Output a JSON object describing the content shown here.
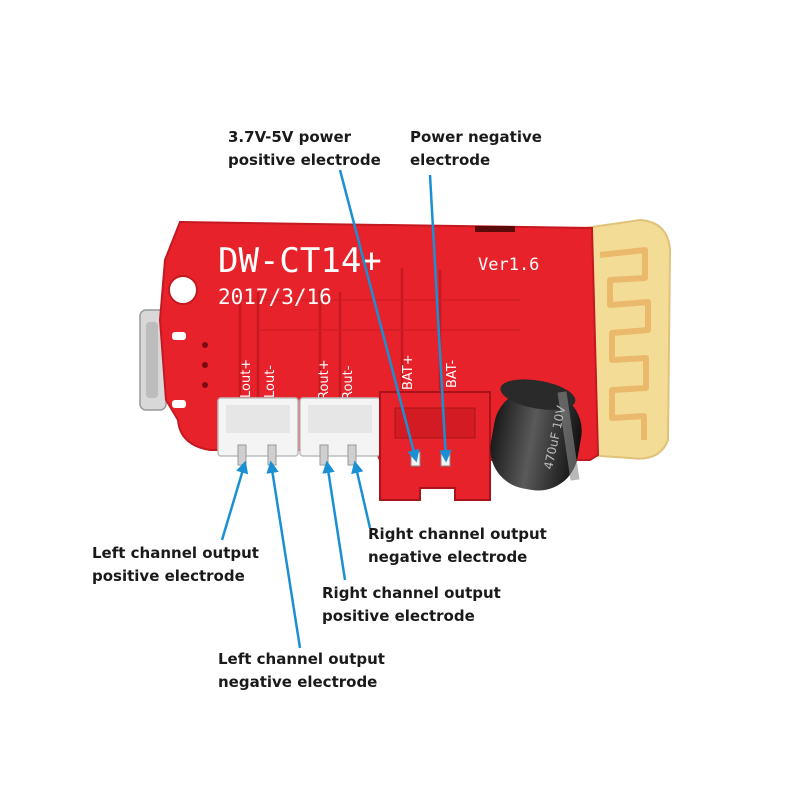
{
  "board": {
    "model": "DW-CT14+",
    "version": "Ver1.6",
    "date": "2017/3/16",
    "capacitor_marking": "470uF 10V",
    "colors": {
      "pcb": "#e8222b",
      "connector": "#f4f4f4",
      "antenna": "#f3dc96",
      "arrow": "#1b8fd4"
    }
  },
  "silkscreen": {
    "lout_plus": "Lout+",
    "lout_minus": "Lout-",
    "rout_plus": "Rout+",
    "rout_minus": "Rout-",
    "bat_plus": "BAT+",
    "bat_minus": "BAT-"
  },
  "callouts": {
    "power_pos": {
      "line1": "3.7V-5V power",
      "line2": "positive electrode"
    },
    "power_neg": {
      "line1": "Power negative",
      "line2": "electrode"
    },
    "right_neg": {
      "line1": "Right channel output",
      "line2": "negative electrode"
    },
    "left_pos": {
      "line1": "Left channel output",
      "line2": "positive electrode"
    },
    "right_pos": {
      "line1": "Right channel output",
      "line2": "positive electrode"
    },
    "left_neg": {
      "line1": "Left channel output",
      "line2": "negative electrode"
    }
  }
}
